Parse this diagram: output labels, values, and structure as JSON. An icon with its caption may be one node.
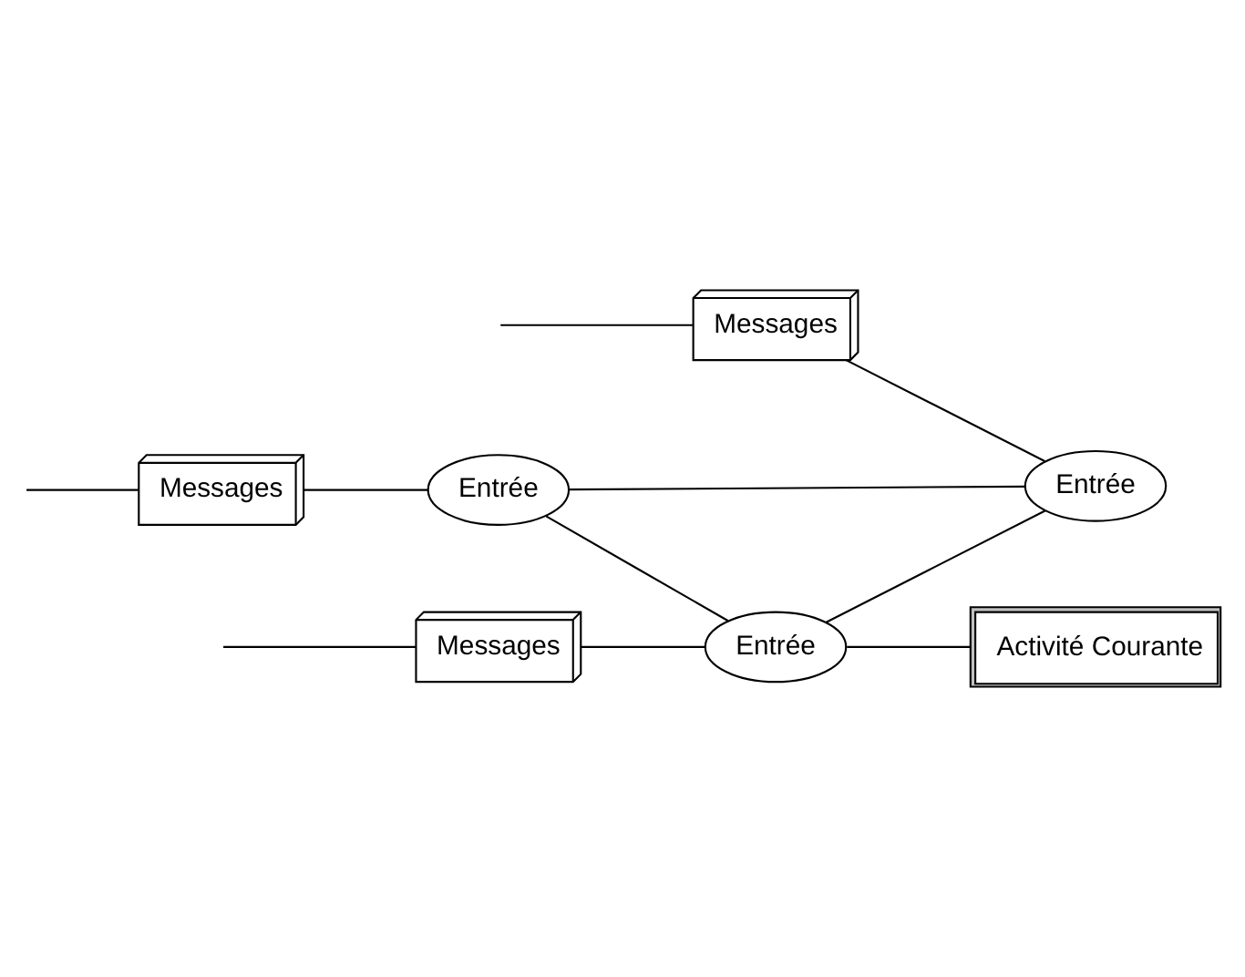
{
  "diagram": {
    "nodes": [
      {
        "text": [
          "Messages"
        ]
      },
      {
        "text": [
          "Entrée"
        ]
      },
      {
        "text": [
          "Messages"
        ]
      },
      {
        "text": [
          "Entrée"
        ]
      },
      {
        "text": [
          "Activité Courante"
        ]
      },
      {
        "text": [
          "Messages"
        ]
      },
      {
        "text": [
          "Entrée"
        ]
      }
    ],
    "edges": [
      {
        "from": null,
        "to": 0,
        "arrow": "none"
      },
      {
        "from": 0,
        "to": 1,
        "arrow": "none"
      },
      {
        "from": null,
        "to": 2,
        "arrow": "none"
      },
      {
        "from": 2,
        "to": 3,
        "arrow": "none"
      },
      {
        "from": 3,
        "to": 4,
        "arrow": "none"
      },
      {
        "from": null,
        "to": 5,
        "arrow": "none"
      },
      {
        "from": 5,
        "to": 6,
        "arrow": "none"
      },
      {
        "from": 1,
        "to": 3,
        "arrow": "none"
      },
      {
        "from": 3,
        "to": 6,
        "arrow": "none"
      },
      {
        "from": 1,
        "to": 6,
        "arrow": "none"
      }
    ]
  }
}
